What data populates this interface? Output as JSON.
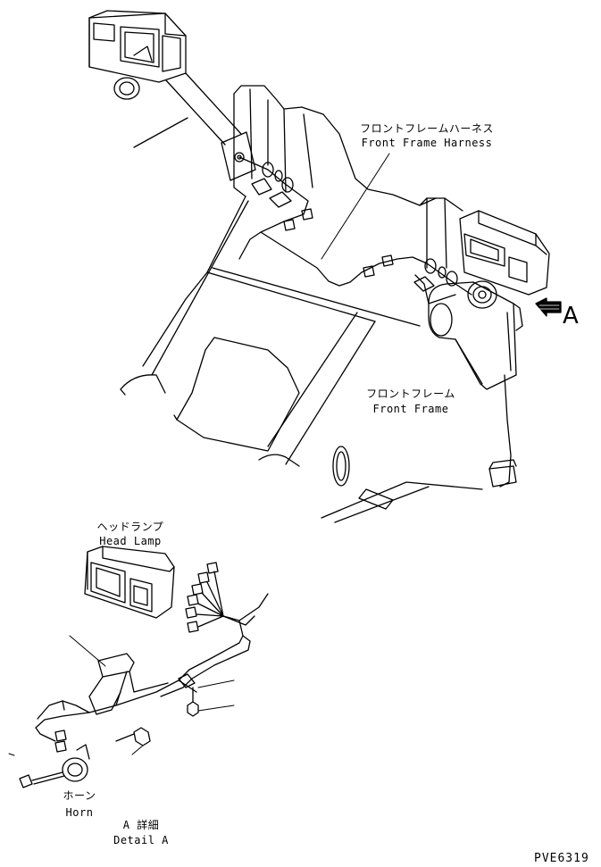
{
  "labels": {
    "front_frame_harness_jp": "フロントフレームハーネス",
    "front_frame_harness_en": "Front Frame Harness",
    "front_frame_jp": "フロントフレーム",
    "front_frame_en": "Front Frame",
    "head_lamp_jp": "ヘッドランプ",
    "head_lamp_en": "Head Lamp",
    "horn_jp": "ホーン",
    "horn_en": "Horn",
    "detail_jp": "A 詳細",
    "detail_en": "Detail A",
    "view_arrow": "A",
    "drawing_code": "PVE6319"
  }
}
